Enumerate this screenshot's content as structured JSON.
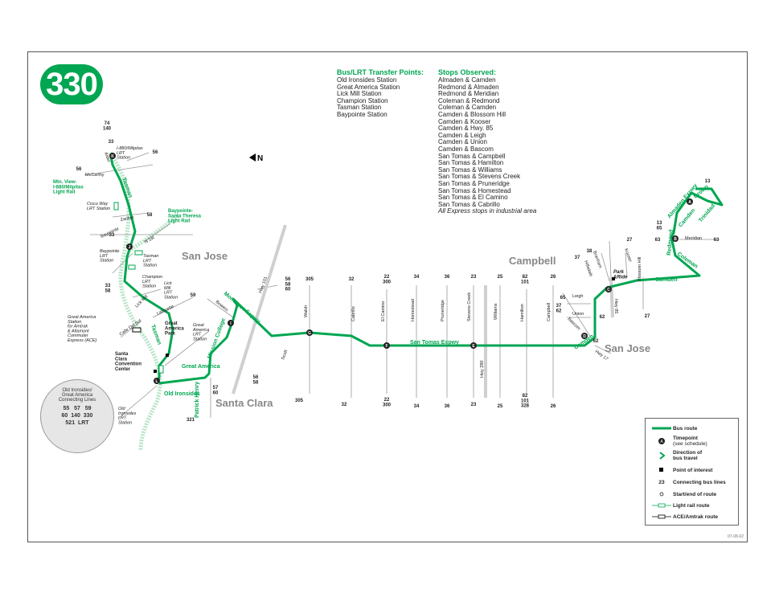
{
  "route_number": "330",
  "transfer": {
    "heading": "Bus/LRT Transfer Points:",
    "items": [
      "Old Ironsides Station",
      "Great America Station",
      "Lick Mill Station",
      "Champion Station",
      "Tasman Station",
      "Baypointe Station"
    ]
  },
  "stops": {
    "heading": "Stops Observed:",
    "items": [
      "Almaden & Camden",
      "Redmond & Almaden",
      "Redmond & Meridian",
      "Coleman & Redmond",
      "Coleman & Camden",
      "Camden & Blossom Hill",
      "Camden & Kooser",
      "Camden & Hwy. 85",
      "Camden & Leigh",
      "Camden & Union",
      "Camden & Bascom",
      "San Tomas & Campbell",
      "San Tomas & Hamilton",
      "San Tomas & Williams",
      "San Tomas & Stevens Creek",
      "San Tomas & Pruneridge",
      "San Tomas & Homestead",
      "San Tomas & El Camino",
      "San Tomas & Cabrillo",
      "All Express stops in industrial area"
    ]
  },
  "cities": {
    "san_jose_north": "San Jose",
    "santa_clara": "Santa Clara",
    "campbell": "Campbell",
    "san_jose_south": "San Jose"
  },
  "streets": {
    "san_tomas": "San Tomas Expwy",
    "montague": "Montague Expwy",
    "mission": "Mission College",
    "great_america": "Great America",
    "patrick_henry": "Patrick Henry",
    "old_ironsides": "Old Ironsides",
    "tasman_top": "Tasman",
    "tasman_mid": "Tasman",
    "camden_left": "Camden",
    "camden_right": "Camden",
    "coleman": "Coleman",
    "redmond": "Redmond",
    "almaden": "Almaden Expwy",
    "crown": "Crown",
    "camden_loop": "Camden",
    "trinidad": "Trinidad",
    "meridian": "Meridian",
    "kooser": "Kooser",
    "hwy85": "Hwy 85",
    "blossom": "Blossom Hill",
    "hillsdale": "Hillsdale",
    "branham": "Branham",
    "leigh": "Leigh",
    "union": "Union",
    "bascom": "Bascom",
    "hwy17": "Hwy 17",
    "campbell": "Campbell",
    "hamilton": "Hamilton",
    "williams": "Williams",
    "hwy280": "Hwy 280",
    "stevens": "Stevens Creek",
    "pruneridge": "Pruneridge",
    "homestead": "Homestead",
    "elcamino": "El Camino",
    "cabrillo": "Cabrillo",
    "scott": "Scott",
    "walsh": "Walsh",
    "hwy101": "Hwy 101",
    "bowers": "Bowers",
    "lafayette": "Lafayette",
    "lickmill": "Lick Mill",
    "zanker": "Zanker",
    "mccarthy": "McCarthy",
    "alder": "Alder",
    "first": "N 1st",
    "baypointe": "Baypointe",
    "calle": "Calle Del Sol"
  },
  "rail_labels": {
    "mtnview": [
      "Mtn. View-",
      "I-880/Milpitas",
      "Light Rail"
    ],
    "baypointe_lr": [
      "Baypointe-",
      "Santa Theresa",
      "Light Rail"
    ]
  },
  "station_labels": {
    "i880": [
      "I-880/Milpitas",
      "LRT",
      "Station"
    ],
    "cisco": [
      "Cisco Way",
      "LRT Station"
    ],
    "baypointe": [
      "Baypointe",
      "LRT",
      "Station"
    ],
    "tasman": [
      "Tasman",
      "LRT",
      "Station"
    ],
    "champion": [
      "Champion",
      "LRT",
      "Station"
    ],
    "lickmill": [
      "Lick",
      "Mill",
      "LRT",
      "Station"
    ],
    "great_america_lrt": [
      "Great",
      "America",
      "LRT",
      "Station"
    ],
    "great_america_amtrak": [
      "Great America",
      "Station",
      "for Amtrak",
      "& Altamont",
      "Commuter",
      "Express (ACE)"
    ],
    "old_ironsides": [
      "Old",
      "Ironsides",
      "LRT",
      "Station"
    ]
  },
  "poi": {
    "ga_park": [
      "Great",
      "America",
      "Park"
    ],
    "convention": [
      "Santa",
      "Clara",
      "Convention",
      "Center"
    ],
    "park_ride": [
      "Park",
      "&Ride"
    ]
  },
  "connecting_circle": {
    "title": [
      "Old Ironsides/",
      "Great America",
      "Connecting Lines"
    ],
    "rows": [
      "55   57   59",
      "60  140  330",
      "521  LRT"
    ]
  },
  "bus_lines": {
    "l74_140": [
      "74",
      "140"
    ],
    "l33a": "33",
    "l56a": "56",
    "l56b": "56",
    "l58a": "58",
    "l33b": "33",
    "l33c": [
      "33",
      "58"
    ],
    "l59": "59",
    "l57_60": [
      "57",
      "60"
    ],
    "l321": "321",
    "l56_58_60": [
      "56",
      "58",
      "60"
    ],
    "l56_58": [
      "56",
      "58"
    ],
    "l305a": "305",
    "l305b": "305",
    "l32a": "32",
    "l32b": "32",
    "l22a": [
      "22",
      "300"
    ],
    "l22b": [
      "22",
      "300"
    ],
    "l34a": "34",
    "l34b": "34",
    "l36a": "36",
    "l36b": "36",
    "l23a": "23",
    "l23b": "23",
    "l25a": "25",
    "l25b": "25",
    "l82a": [
      "82",
      "101"
    ],
    "l82b": [
      "82",
      "101",
      "328"
    ],
    "l26a": "26",
    "l26b": "26",
    "l38": "38",
    "l37a": "37",
    "l37b": [
      "37",
      "62"
    ],
    "l65": "65",
    "l62a": "62",
    "l62b": "62",
    "l27a": "27",
    "l27b": "27",
    "l63a": "63",
    "l63b": "63",
    "l13a": "13",
    "l13b": [
      "13",
      "65"
    ]
  },
  "timepoints": [
    "A",
    "B",
    "C",
    "D",
    "E",
    "F",
    "G",
    "I",
    "J",
    "K",
    "L"
  ],
  "legend": {
    "bus_route": "Bus route",
    "timepoint": [
      "Timepoint",
      "(see schedule)"
    ],
    "direction": [
      "Direction of",
      "bus travel"
    ],
    "poi": "Point of interest",
    "connecting_num": "23",
    "connecting": "Connecting bus lines",
    "start_end": "Start/end of route",
    "light_rail": "Light rail route",
    "ace": "ACE/Amtrak route"
  },
  "north_label": "N",
  "date_code": "07-08-02",
  "colors": {
    "route": "#00a651",
    "lightrail": "#00a651",
    "street": "#888888",
    "city": "#888888"
  }
}
